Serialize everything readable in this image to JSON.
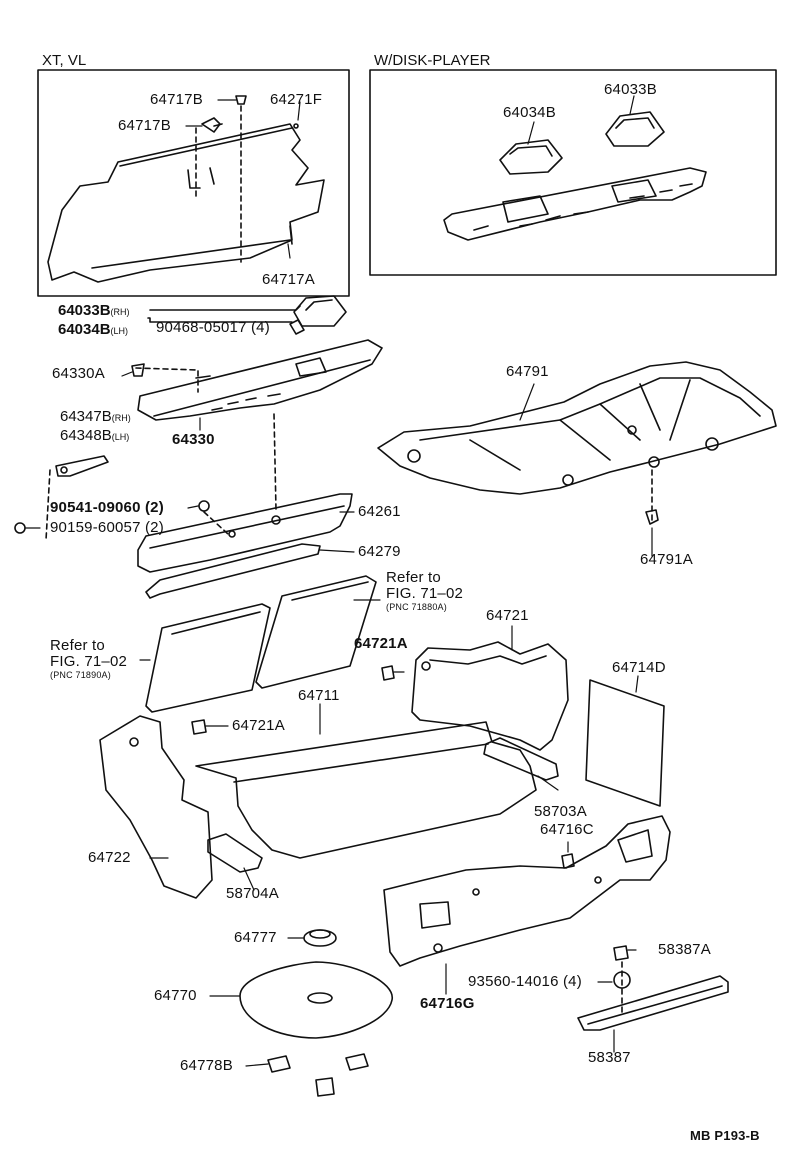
{
  "sections": {
    "left_box_title": "XT, VL",
    "right_box_title": "W/DISK-PLAYER"
  },
  "parts": {
    "p64717B_a": "64717B",
    "p64717B_b": "64717B",
    "p64271F": "64271F",
    "p64717A": "64717A",
    "p64034B_top": "64034B",
    "p64033B_top": "64033B",
    "p64033B_rh": "64033B",
    "p64033B_rh_suffix": "(RH)",
    "p64034B_lh": "64034B",
    "p64034B_lh_suffix": "(LH)",
    "p90468": "90468-05017 (4)",
    "p64330A": "64330A",
    "p64791": "64791",
    "p64347B": "64347B",
    "p64347B_suffix": "(RH)",
    "p64348B": "64348B",
    "p64348B_suffix": "(LH)",
    "p64330": "64330",
    "p90541": "90541-09060 (2)",
    "p90159": "90159-60057 (2)",
    "p64261": "64261",
    "p64279": "64279",
    "p64791A": "64791A",
    "p64721": "64721",
    "p64721A_a": "64721A",
    "p64714D": "64714D",
    "p64711": "64711",
    "p64721A_b": "64721A",
    "p58703A": "58703A",
    "p64716C": "64716C",
    "p64722": "64722",
    "p58704A": "58704A",
    "p64777": "64777",
    "p58387A": "58387A",
    "p93560": "93560-14016 (4)",
    "p64770": "64770",
    "p64716G": "64716G",
    "p58387": "58387",
    "p64778B": "64778B"
  },
  "refs": {
    "right_refer": "Refer to",
    "right_fig": "FIG. 71–02",
    "right_pnc": "(PNC 71880A)",
    "left_refer": "Refer to",
    "left_fig": "FIG. 71–02",
    "left_pnc": "(PNC 71890A)"
  },
  "footer": {
    "code": "MB P193-B"
  }
}
